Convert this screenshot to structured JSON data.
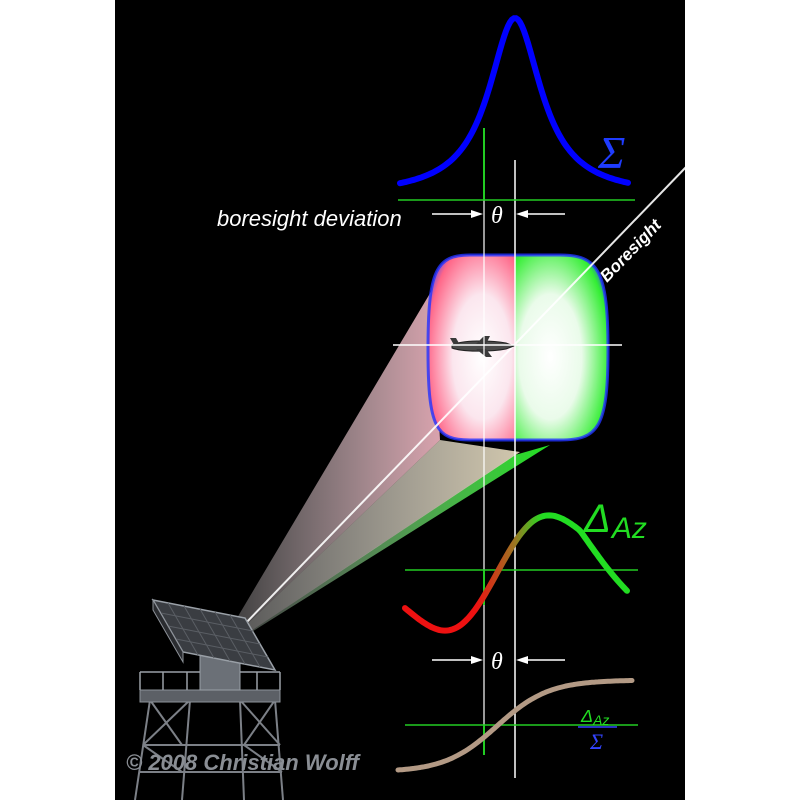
{
  "labels": {
    "sigma": "Σ",
    "delta": "Δ",
    "delta_sub": "Az",
    "boresight_deviation": "boresight deviation",
    "theta": "θ",
    "boresight": "Boresight",
    "ratio_num": "Δ",
    "ratio_num_sub": "Az",
    "ratio_den": "Σ",
    "copyright": "© 2008 Christian Wolff"
  },
  "colors": {
    "background": "#000000",
    "sum_pattern": "#0000ff",
    "difference_positive": "#22dd22",
    "difference_negative": "#ee1111",
    "ratio_curve": "#b39a85",
    "marker_lines": "#22cc22",
    "axis_lines": "#ffffff",
    "lobe_left": "#ff6688",
    "lobe_right": "#33ee33",
    "lobe_edge": "#2233ff"
  },
  "icons": {
    "aircraft": "aircraft-icon",
    "radar": "radar-antenna-icon"
  }
}
